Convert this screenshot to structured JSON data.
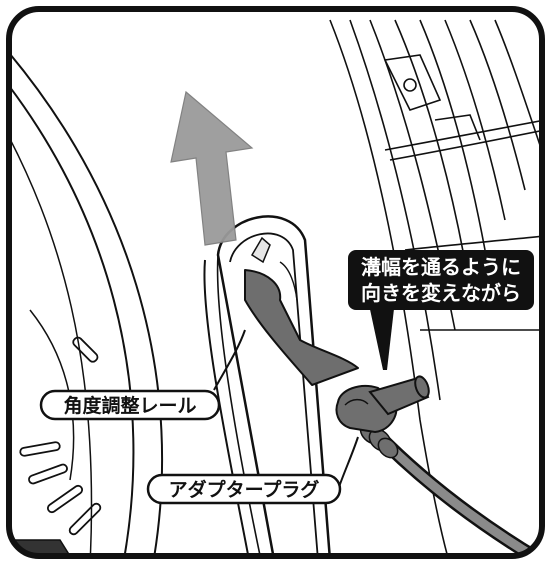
{
  "callouts": {
    "rail_label": "角度調整レール",
    "plug_label": "アダプタープラグ",
    "instruction_line1": "溝幅を通るように",
    "instruction_line2": "向きを変えながら"
  },
  "colors": {
    "outline": "#111111",
    "arrow_fill": "#9a9a9a",
    "plug_fill": "#6f6f6f",
    "flap_fill": "#6e6e6e",
    "instruction_bg": "#111111",
    "instruction_text": "#ffffff",
    "label_bg": "#ffffff"
  },
  "icons": {
    "direction": "up-arrow-icon",
    "pointer": "down-pointer-icon"
  }
}
